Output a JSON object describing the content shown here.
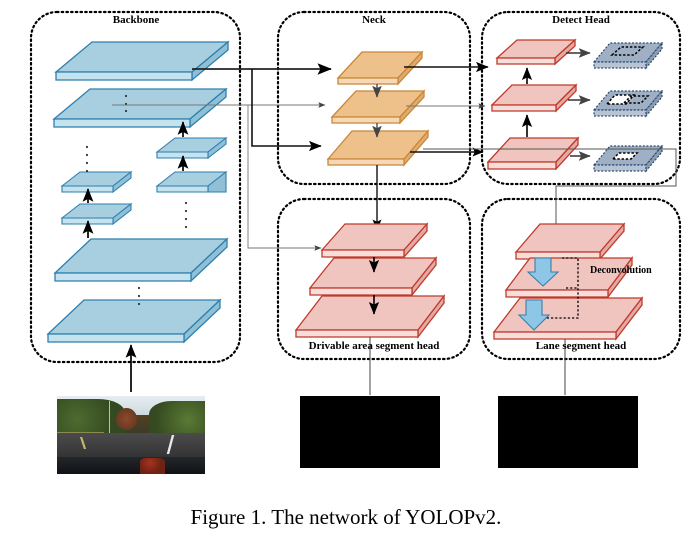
{
  "figure": {
    "caption": "Figure 1. The network of YOLOPv2.",
    "panels": [
      {
        "id": "backbone",
        "label": "Backbone"
      },
      {
        "id": "neck",
        "label": "Neck"
      },
      {
        "id": "detect_head",
        "label": "Detect Head"
      },
      {
        "id": "drivable_head",
        "label": "Drivable area segment head"
      },
      {
        "id": "lane_head",
        "label": "Lane segment head"
      }
    ],
    "annotations": [
      {
        "id": "deconvolution",
        "label": "Deconvolution"
      }
    ],
    "colors": {
      "backbone_fill": "#a8cfe0",
      "backbone_edge": "#2e7fae",
      "backbone_side": "#8fc0d6",
      "neck_fill": "#eec08a",
      "neck_edge": "#c8873a",
      "neck_side": "#e0ac6e",
      "head_fill": "#f0c5c0",
      "head_edge": "#c0392b",
      "head_side": "#e3aaa4",
      "anchor_fill": "#9fb0c4",
      "anchor_edge": "#2b4a70",
      "deconv_arrow": "#8ec6e6",
      "deconv_arrow_edge": "#3b7fa8",
      "panel_border": "#000000",
      "arrow": "#000000",
      "thin_line": "#555555",
      "mask_bg": "#000000",
      "drivable_mask": "#808080",
      "lane_mask": "#ffffff"
    },
    "images": [
      {
        "id": "input-photo",
        "caption_text": "road driving scene"
      },
      {
        "id": "drivable-mask",
        "caption_text": "drivable area segmentation mask"
      },
      {
        "id": "lane-mask",
        "caption_text": "lane line segmentation mask"
      }
    ],
    "ellipsis_char": "⋮"
  }
}
